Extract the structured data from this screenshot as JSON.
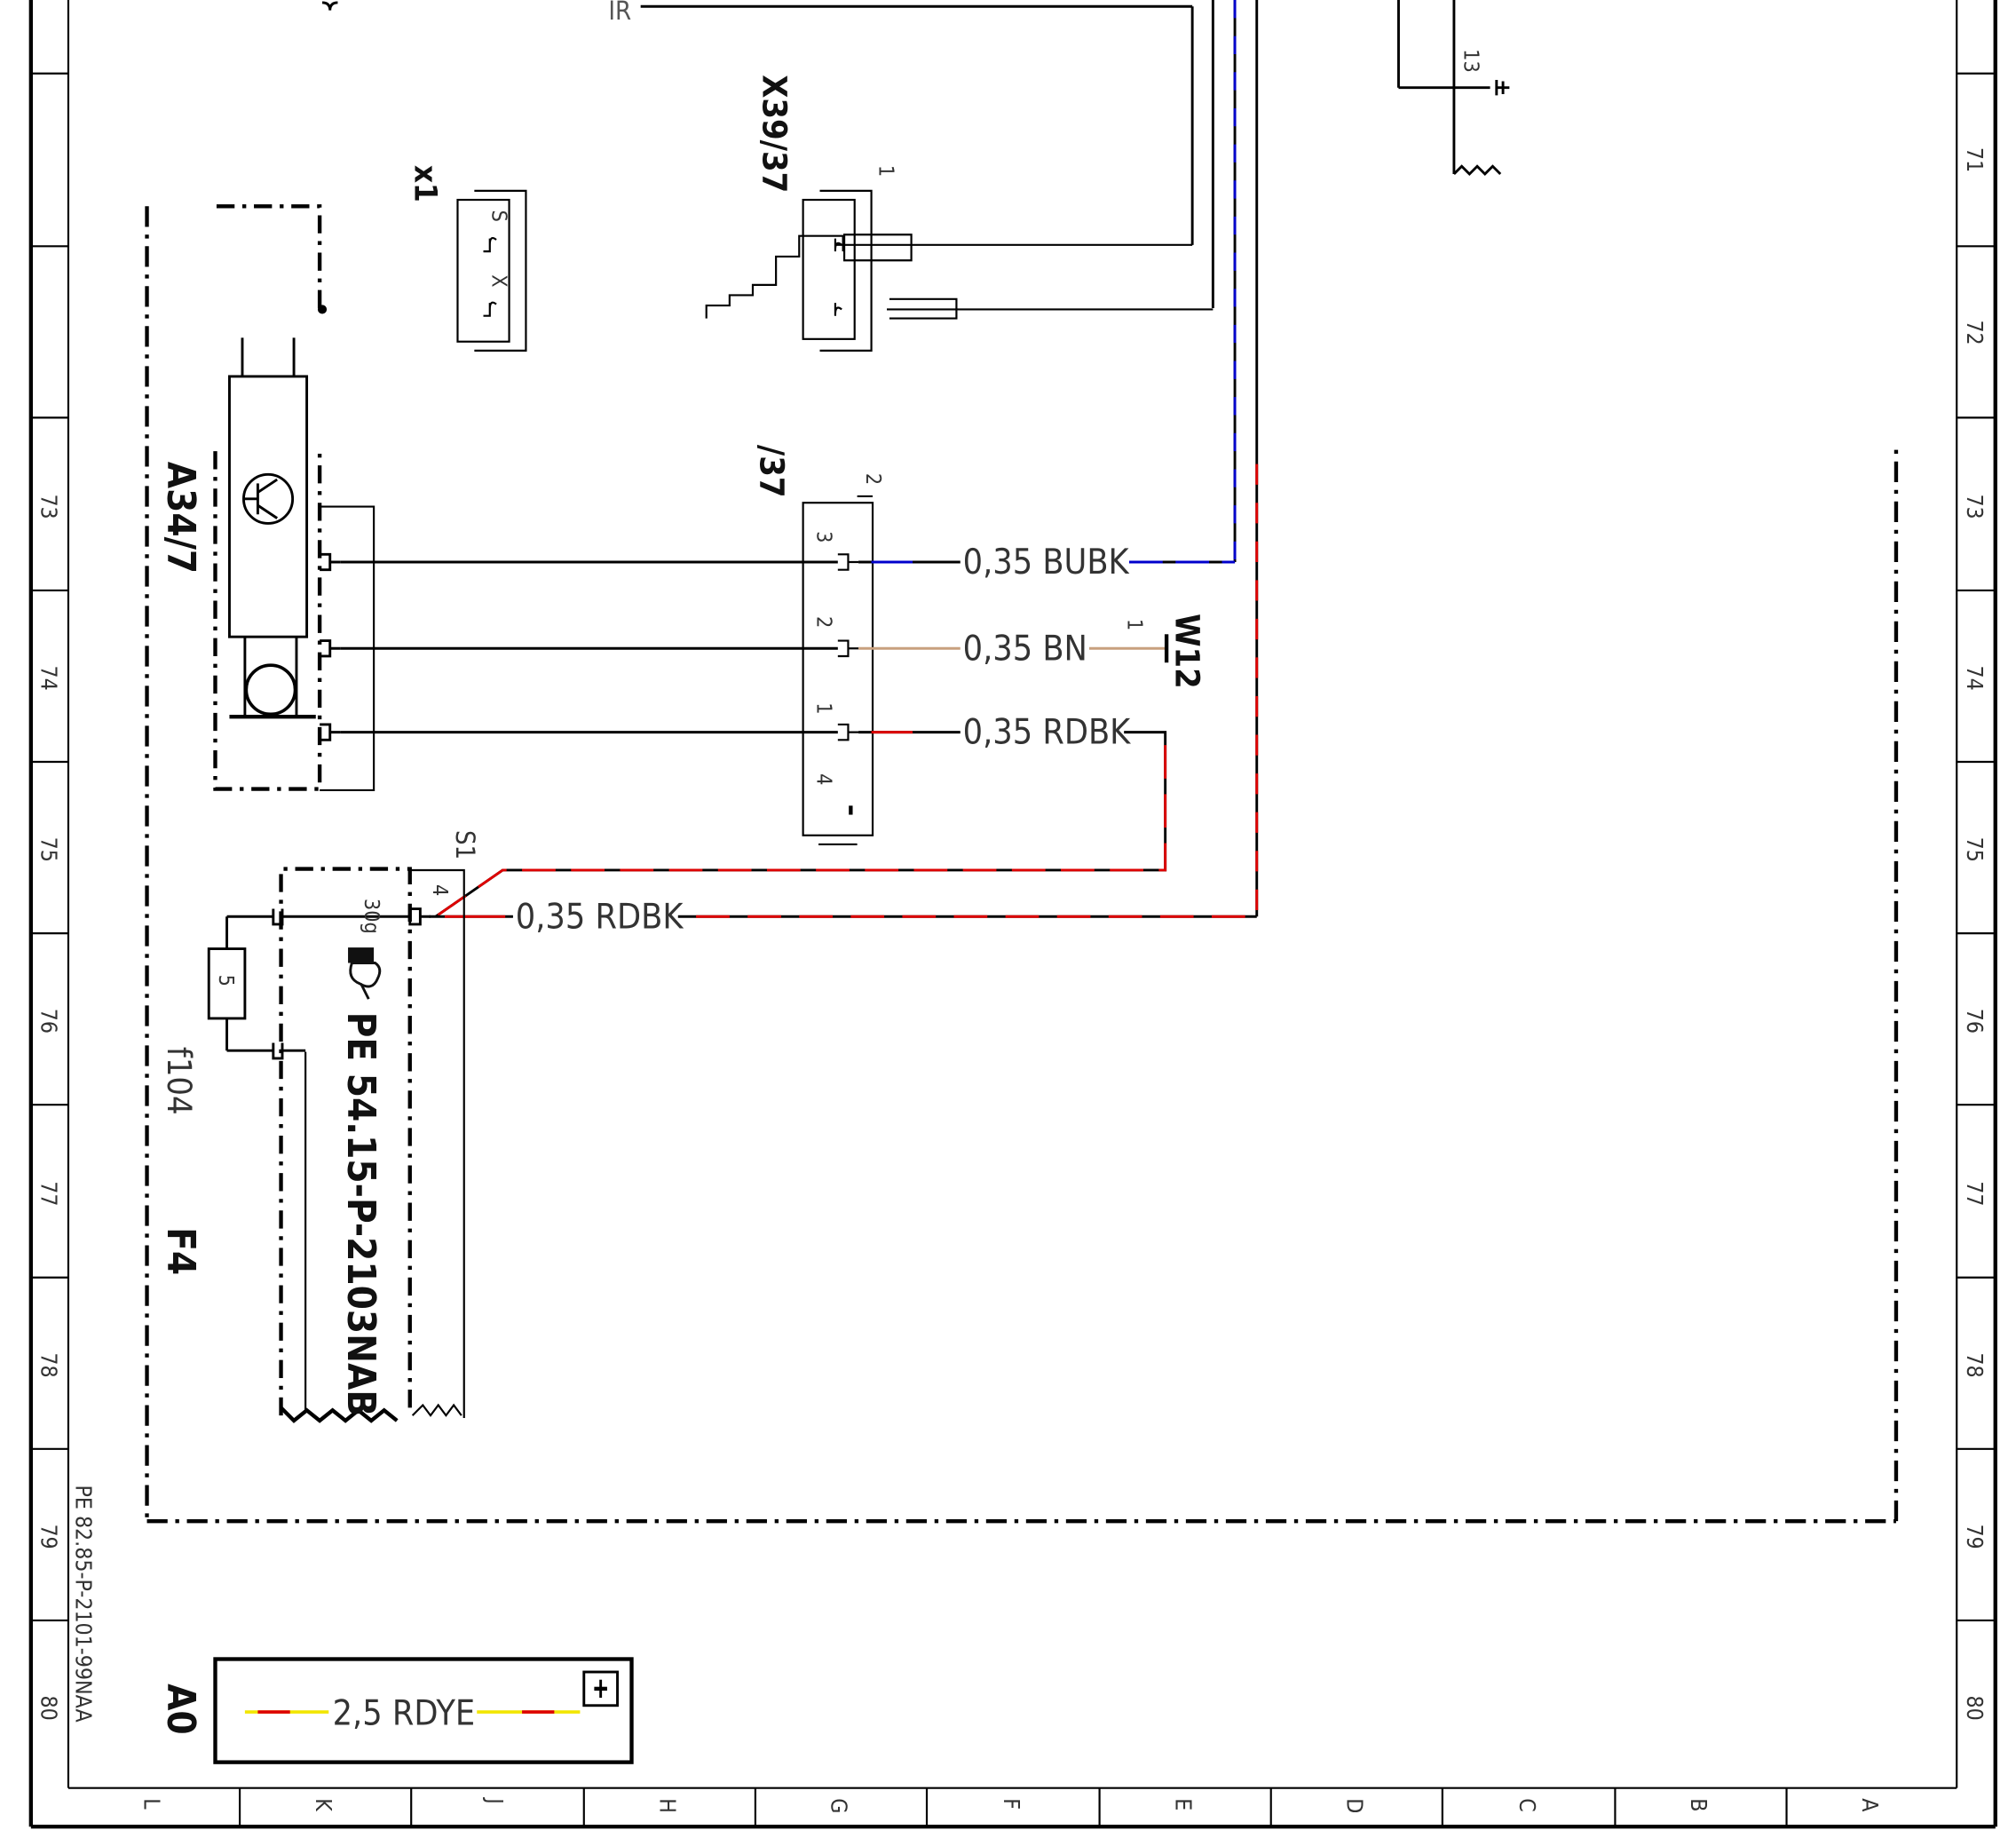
{
  "frame": {
    "row_numbers": [
      "71",
      "72",
      "73",
      "74",
      "75",
      "76",
      "77",
      "78",
      "79",
      "80"
    ],
    "left_row_numbers": [
      "73",
      "74",
      "75",
      "76",
      "77",
      "78",
      "79",
      "80"
    ],
    "column_letters": [
      "L",
      "K",
      "J",
      "H",
      "G",
      "F",
      "E",
      "D",
      "C",
      "B",
      "A"
    ],
    "doc_reference": "PE 82.85-P-2101-99NAA"
  },
  "components": {
    "a34_7": "A34/7",
    "x1": "x1",
    "x1_pin_s": "S",
    "x1_pin_x": "X",
    "x39_37": "X39/37",
    "x39_37_pin1": "1",
    "conn_37": "/37",
    "conn_37_top": "2",
    "conn_37_pins": [
      "3",
      "2",
      "1",
      "4"
    ],
    "w12": "W12",
    "w12_pin": "1",
    "top_label": "IR",
    "top_pin13": "13",
    "s1": "S1",
    "s1_pin": "4",
    "f104": "f104",
    "fuse_value": "5",
    "terminal_30g": "30g",
    "f4": "F4",
    "pe_ref": "PE 54.15-P-2103NAB",
    "a0": "A0"
  },
  "wires": [
    {
      "label": "0,35 BUBK",
      "colors": [
        "#0000cc",
        "#000000"
      ]
    },
    {
      "label": "0,35 BN",
      "colors": [
        "#c8a07e"
      ]
    },
    {
      "label": "0,35 RDBK",
      "colors": [
        "#dd0000",
        "#000000"
      ]
    },
    {
      "label": "0,35 RDBK",
      "colors": [
        "#dd0000",
        "#000000"
      ]
    }
  ],
  "legend": {
    "label": "2,5 RDYE",
    "colors": [
      "#dd0000",
      "#f2e600"
    ]
  },
  "icons": [
    "pointing-hand-icon",
    "info-icon",
    "transistor-icon",
    "ground-icon"
  ]
}
